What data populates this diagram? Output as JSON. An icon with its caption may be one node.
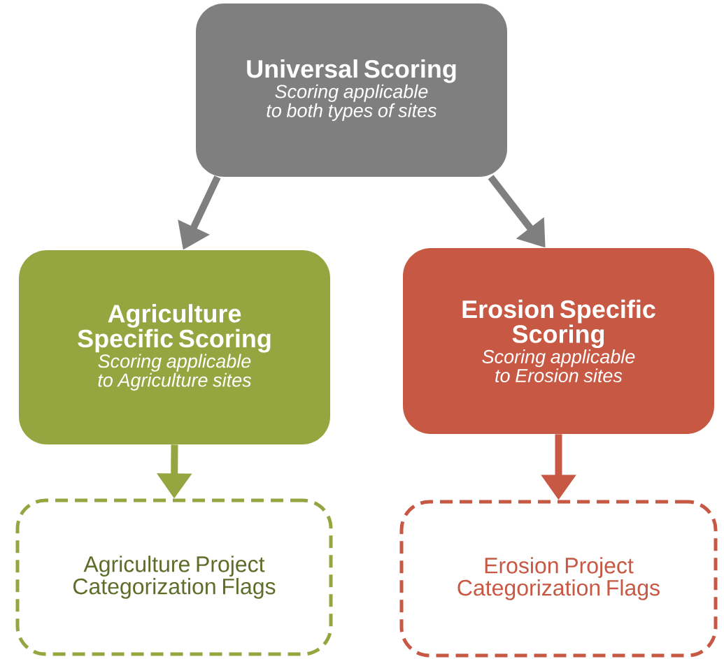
{
  "diagram": {
    "nodes": [
      {
        "text": [
          "Universal Scoring",
          "Scoring applicable to both types of sites"
        ]
      },
      {
        "text": [
          "Agriculture Specific Scoring",
          "Scoring applicable to Agriculture sites"
        ]
      },
      {
        "text": [
          "Erosion Specific Scoring",
          "Scoring applicable to Erosion sites"
        ]
      },
      {
        "text": [
          "Agriculture Project Categorization Flags"
        ]
      },
      {
        "text": [
          "Erosion Project Categorization Flags"
        ]
      }
    ],
    "edges": [
      {
        "from": 0,
        "to": 1,
        "arrow": "to",
        "color": "#7f7f7f"
      },
      {
        "from": 0,
        "to": 2,
        "arrow": "to",
        "color": "#7f7f7f"
      },
      {
        "from": 1,
        "to": 3,
        "arrow": "to",
        "color": "#95a641"
      },
      {
        "from": 2,
        "to": 4,
        "arrow": "to",
        "color": "#c75843"
      }
    ]
  }
}
